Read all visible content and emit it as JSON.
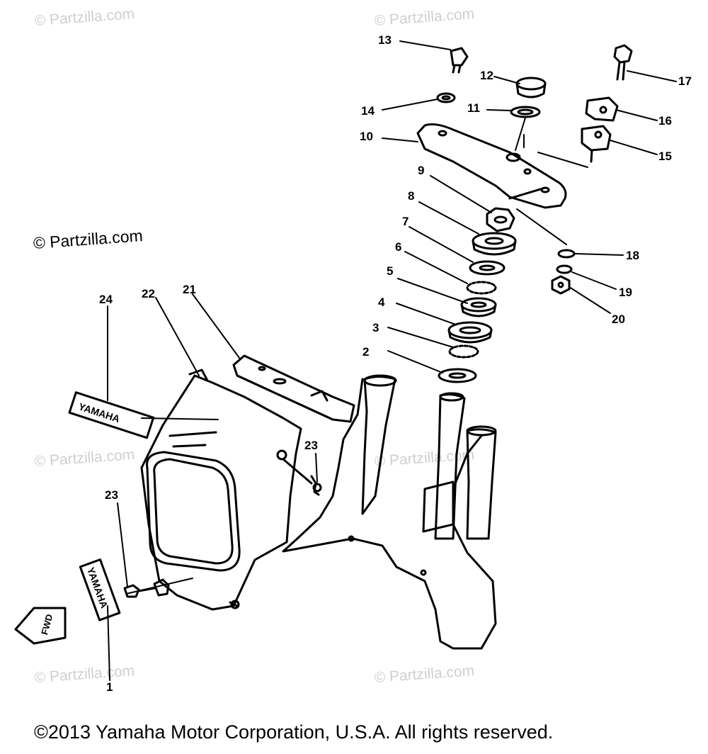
{
  "watermarks": [
    "© Partzilla.com",
    "© Partzilla.com",
    "© Partzilla.com",
    "© Partzilla.com",
    "© Partzilla.com",
    "© Partzilla.com",
    "© Partzilla.com"
  ],
  "callouts": [
    "1",
    "2",
    "3",
    "4",
    "5",
    "6",
    "7",
    "8",
    "9",
    "10",
    "11",
    "12",
    "13",
    "14",
    "15",
    "16",
    "17",
    "18",
    "19",
    "20",
    "21",
    "22",
    "23",
    "23",
    "24"
  ],
  "decals": {
    "yamaha_upper": "YAMAHA",
    "yamaha_lower": "YAMAHA",
    "fwd": "FWD"
  },
  "copyright": "©2013 Yamaha Motor Corporation, U.S.A. All rights reserved.",
  "colors": {
    "line": "#000000",
    "watermark": "#cfcfcf",
    "background": "#ffffff"
  }
}
